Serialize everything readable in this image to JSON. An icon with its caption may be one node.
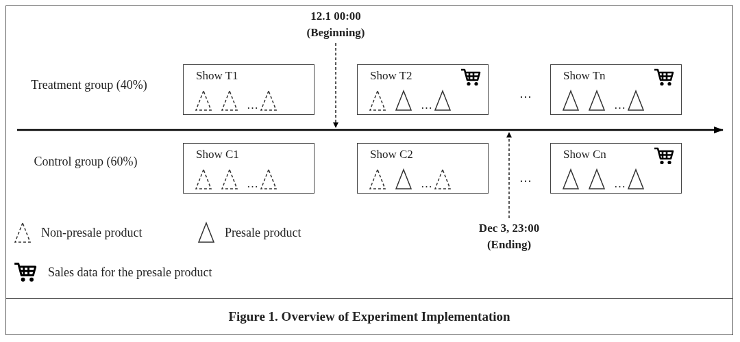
{
  "diagram": {
    "caption": "Figure 1.  Overview of Experiment Implementation",
    "nodes": [
      {
        "text": [
          "12.1 00:00 (Beginning)"
        ]
      },
      {
        "text": [
          "Show T1",
          "…"
        ]
      },
      {
        "text": [
          "Show T2",
          "…"
        ]
      },
      {
        "text": [
          "Show Tn",
          "…"
        ]
      },
      {
        "text": [
          "Show C1",
          "…"
        ]
      },
      {
        "text": [
          "Show C2",
          "…"
        ]
      },
      {
        "text": [
          "Show Cn",
          "…"
        ]
      },
      {
        "text": [
          "Dec 3, 23:00 (Ending)"
        ]
      }
    ],
    "edges": [
      {
        "from": 0,
        "to": null,
        "arrow": "to",
        "style": "dashed"
      },
      {
        "from": 7,
        "to": null,
        "arrow": "to",
        "style": "dashed"
      }
    ],
    "labels": [
      "Treatment group (40%)",
      "…",
      "Control group (60%)",
      "…"
    ],
    "legend": [
      {
        "text": "Non-presale product"
      },
      {
        "text": "Presale product"
      },
      {
        "text": "Sales data for the presale product"
      }
    ]
  }
}
